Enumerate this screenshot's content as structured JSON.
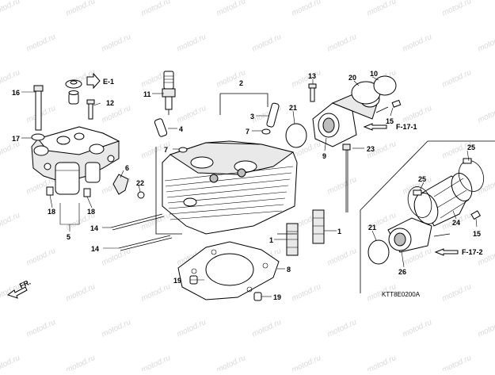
{
  "diagram": {
    "drawing_code": "KTT8E0200A",
    "front_marker": "FR.",
    "watermark_text": "motod.ru",
    "refs": {
      "e1": "E-1",
      "f171": "F-17-1",
      "f172": "F-17-2"
    },
    "callouts": {
      "p1a": "1",
      "p1b": "1",
      "p2": "2",
      "p3": "3",
      "p4": "4",
      "p5": "5",
      "p6": "6",
      "p7a": "7",
      "p7b": "7",
      "p8": "8",
      "p9": "9",
      "p10": "10",
      "p11": "11",
      "p12": "12",
      "p13": "13",
      "p14a": "14",
      "p14b": "14",
      "p15a": "15",
      "p15b": "15",
      "p16": "16",
      "p17": "17",
      "p18a": "18",
      "p18b": "18",
      "p19a": "19",
      "p19b": "19",
      "p20": "20",
      "p21a": "21",
      "p21b": "21",
      "p22": "22",
      "p23": "23",
      "p24": "24",
      "p25a": "25",
      "p25b": "25",
      "p26": "26"
    }
  }
}
